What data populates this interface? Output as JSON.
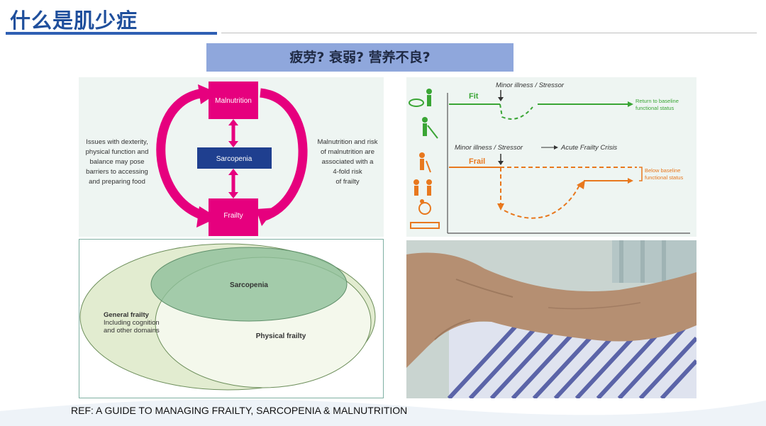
{
  "title": "什么是肌少症",
  "banner": "疲劳?  衰弱?    营养不良?",
  "ref": "REF: A GUIDE TO MANAGING FRAILTY, SARCOPENIA & MALNUTRITION",
  "cycle": {
    "top": "Malnutrition",
    "middle": "Sarcopenia",
    "bottom": "Frailty",
    "left": [
      "Issues with dexterity,",
      "physical function and",
      "balance may pose",
      "barriers to accessing",
      "and preparing food"
    ],
    "right": [
      "Malnutrition and risk",
      "of malnutrition are",
      "associated with a",
      "4-fold risk",
      "of frailty"
    ]
  },
  "trajectory": {
    "fit_label": "Fit",
    "frail_label": "Frail",
    "stressor1": "Minor illness / Stressor",
    "stressor2": "Minor illness / Stressor",
    "crisis": "Acute Frailty Crisis",
    "return": [
      "Return to baseline",
      "functional status"
    ],
    "below": [
      "Below baseline",
      "functional status"
    ]
  },
  "venn": {
    "general": [
      "General frailty",
      "Including cognition",
      "and other domains"
    ],
    "sarcopenia": "Sarcopenia",
    "physical": "Physical frailty"
  },
  "colors": {
    "magenta": "#e6007e",
    "navy": "#1f3f8f",
    "green": "#3aa535",
    "orange": "#e8781e",
    "title": "#1f4f9c",
    "banner": "#8fa7dc"
  }
}
